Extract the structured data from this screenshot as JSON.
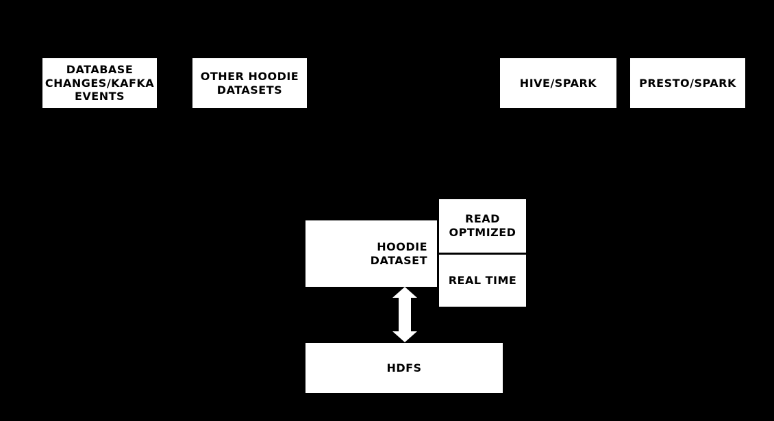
{
  "diagram": {
    "colors": {
      "background": "#000000",
      "node_fill": "#ffffff",
      "node_text": "#000000",
      "arrow": "#ffffff"
    },
    "nodes": {
      "database_changes_kafka_events": {
        "label": "DATABASE\nCHANGES/KAFKA\nEVENTS"
      },
      "other_hoodie_datasets": {
        "label": "OTHER HOODIE\nDATASETS"
      },
      "hive_spark": {
        "label": "HIVE/SPARK"
      },
      "presto_spark": {
        "label": "PRESTO/SPARK"
      },
      "hoodie_dataset": {
        "label": "HOODIE\nDATASET"
      },
      "read_optmized": {
        "label": "READ\nOPTMIZED"
      },
      "real_time": {
        "label": "REAL TIME"
      },
      "hdfs": {
        "label": "HDFS"
      }
    },
    "connectors": {
      "hoodie_hdfs": {
        "type": "double-headed-vertical-arrow"
      }
    }
  }
}
